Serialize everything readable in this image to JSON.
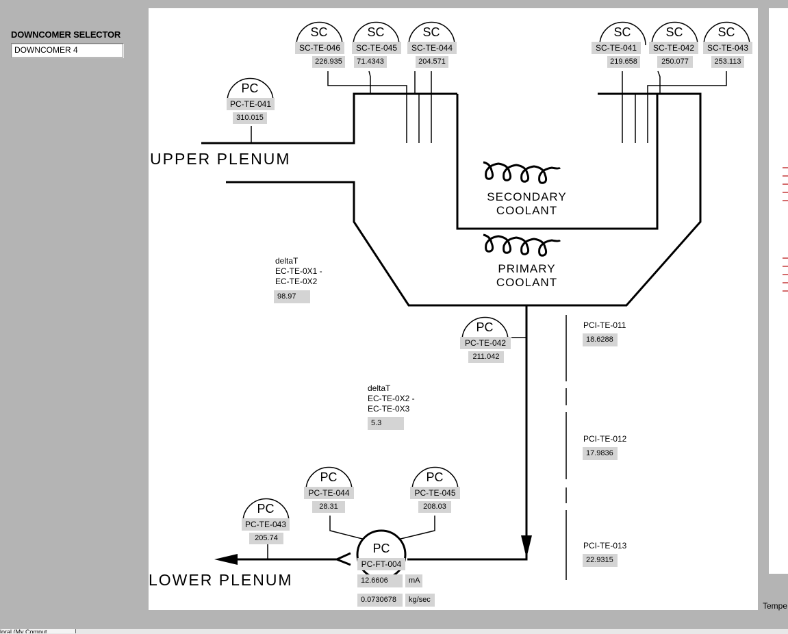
{
  "selector": {
    "label": "DOWNCOMER SELECTOR",
    "value": "DOWNCOMER 4"
  },
  "diagram": {
    "upper_plenum": "UPPER  PLENUM",
    "lower_plenum": "LOWER  PLENUM",
    "secondary_coolant": [
      "SECONDARY",
      "COOLANT"
    ],
    "primary_coolant": [
      "PRIMARY",
      "COOLANT"
    ],
    "sensors": {
      "sc_te_046": {
        "type": "SC",
        "tag": "SC-TE-046",
        "value": "226.935"
      },
      "sc_te_045": {
        "type": "SC",
        "tag": "SC-TE-045",
        "value": "71.4343"
      },
      "sc_te_044": {
        "type": "SC",
        "tag": "SC-TE-044",
        "value": "204.571"
      },
      "sc_te_041": {
        "type": "SC",
        "tag": "SC-TE-041",
        "value": "219.658"
      },
      "sc_te_042": {
        "type": "SC",
        "tag": "SC-TE-042",
        "value": "250.077"
      },
      "sc_te_043": {
        "type": "SC",
        "tag": "SC-TE-043",
        "value": "253.113"
      },
      "pc_te_041": {
        "type": "PC",
        "tag": "PC-TE-041",
        "value": "310.015"
      },
      "pc_te_042": {
        "type": "PC",
        "tag": "PC-TE-042",
        "value": "211.042"
      },
      "pc_te_043": {
        "type": "PC",
        "tag": "PC-TE-043",
        "value": "205.74"
      },
      "pc_te_044": {
        "type": "PC",
        "tag": "PC-TE-044",
        "value": "28.31"
      },
      "pc_te_045": {
        "type": "PC",
        "tag": "PC-TE-045",
        "value": "208.03"
      },
      "pc_ft_004": {
        "type": "PC",
        "tag": "PC-FT-004",
        "value_ma": "12.6606",
        "unit_ma": "mA",
        "value_flow": "0.0730678",
        "unit_flow": "kg/sec"
      }
    },
    "delta1": {
      "lines": [
        "deltaT",
        "EC-TE-0X1 -",
        "EC-TE-0X2"
      ],
      "value": "98.97"
    },
    "delta2": {
      "lines": [
        "deltaT",
        "EC-TE-0X2 -",
        "EC-TE-0X3"
      ],
      "value": "5.3"
    },
    "pci": [
      {
        "tag": "PCI-TE-011",
        "value": "18.6288"
      },
      {
        "tag": "PCI-TE-012",
        "value": "17.9836"
      },
      {
        "tag": "PCI-TE-013",
        "value": "22.9315"
      }
    ]
  },
  "right_label": "Tempe",
  "status_tab": "loral (My Comput"
}
